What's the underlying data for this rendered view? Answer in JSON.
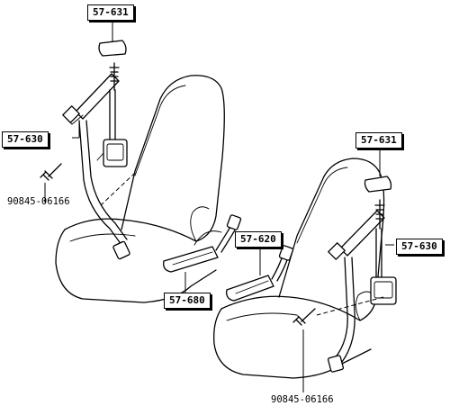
{
  "callouts": [
    {
      "id": "c1",
      "text": "57-631"
    },
    {
      "id": "c2",
      "text": "57-630"
    },
    {
      "id": "c3",
      "text": "57-631"
    },
    {
      "id": "c4",
      "text": "57-620"
    },
    {
      "id": "c5",
      "text": "57-630"
    },
    {
      "id": "c6",
      "text": "57-680"
    }
  ],
  "part_numbers": [
    {
      "id": "p1",
      "text": "90845-06166"
    },
    {
      "id": "p2",
      "text": "90845-06166"
    }
  ]
}
